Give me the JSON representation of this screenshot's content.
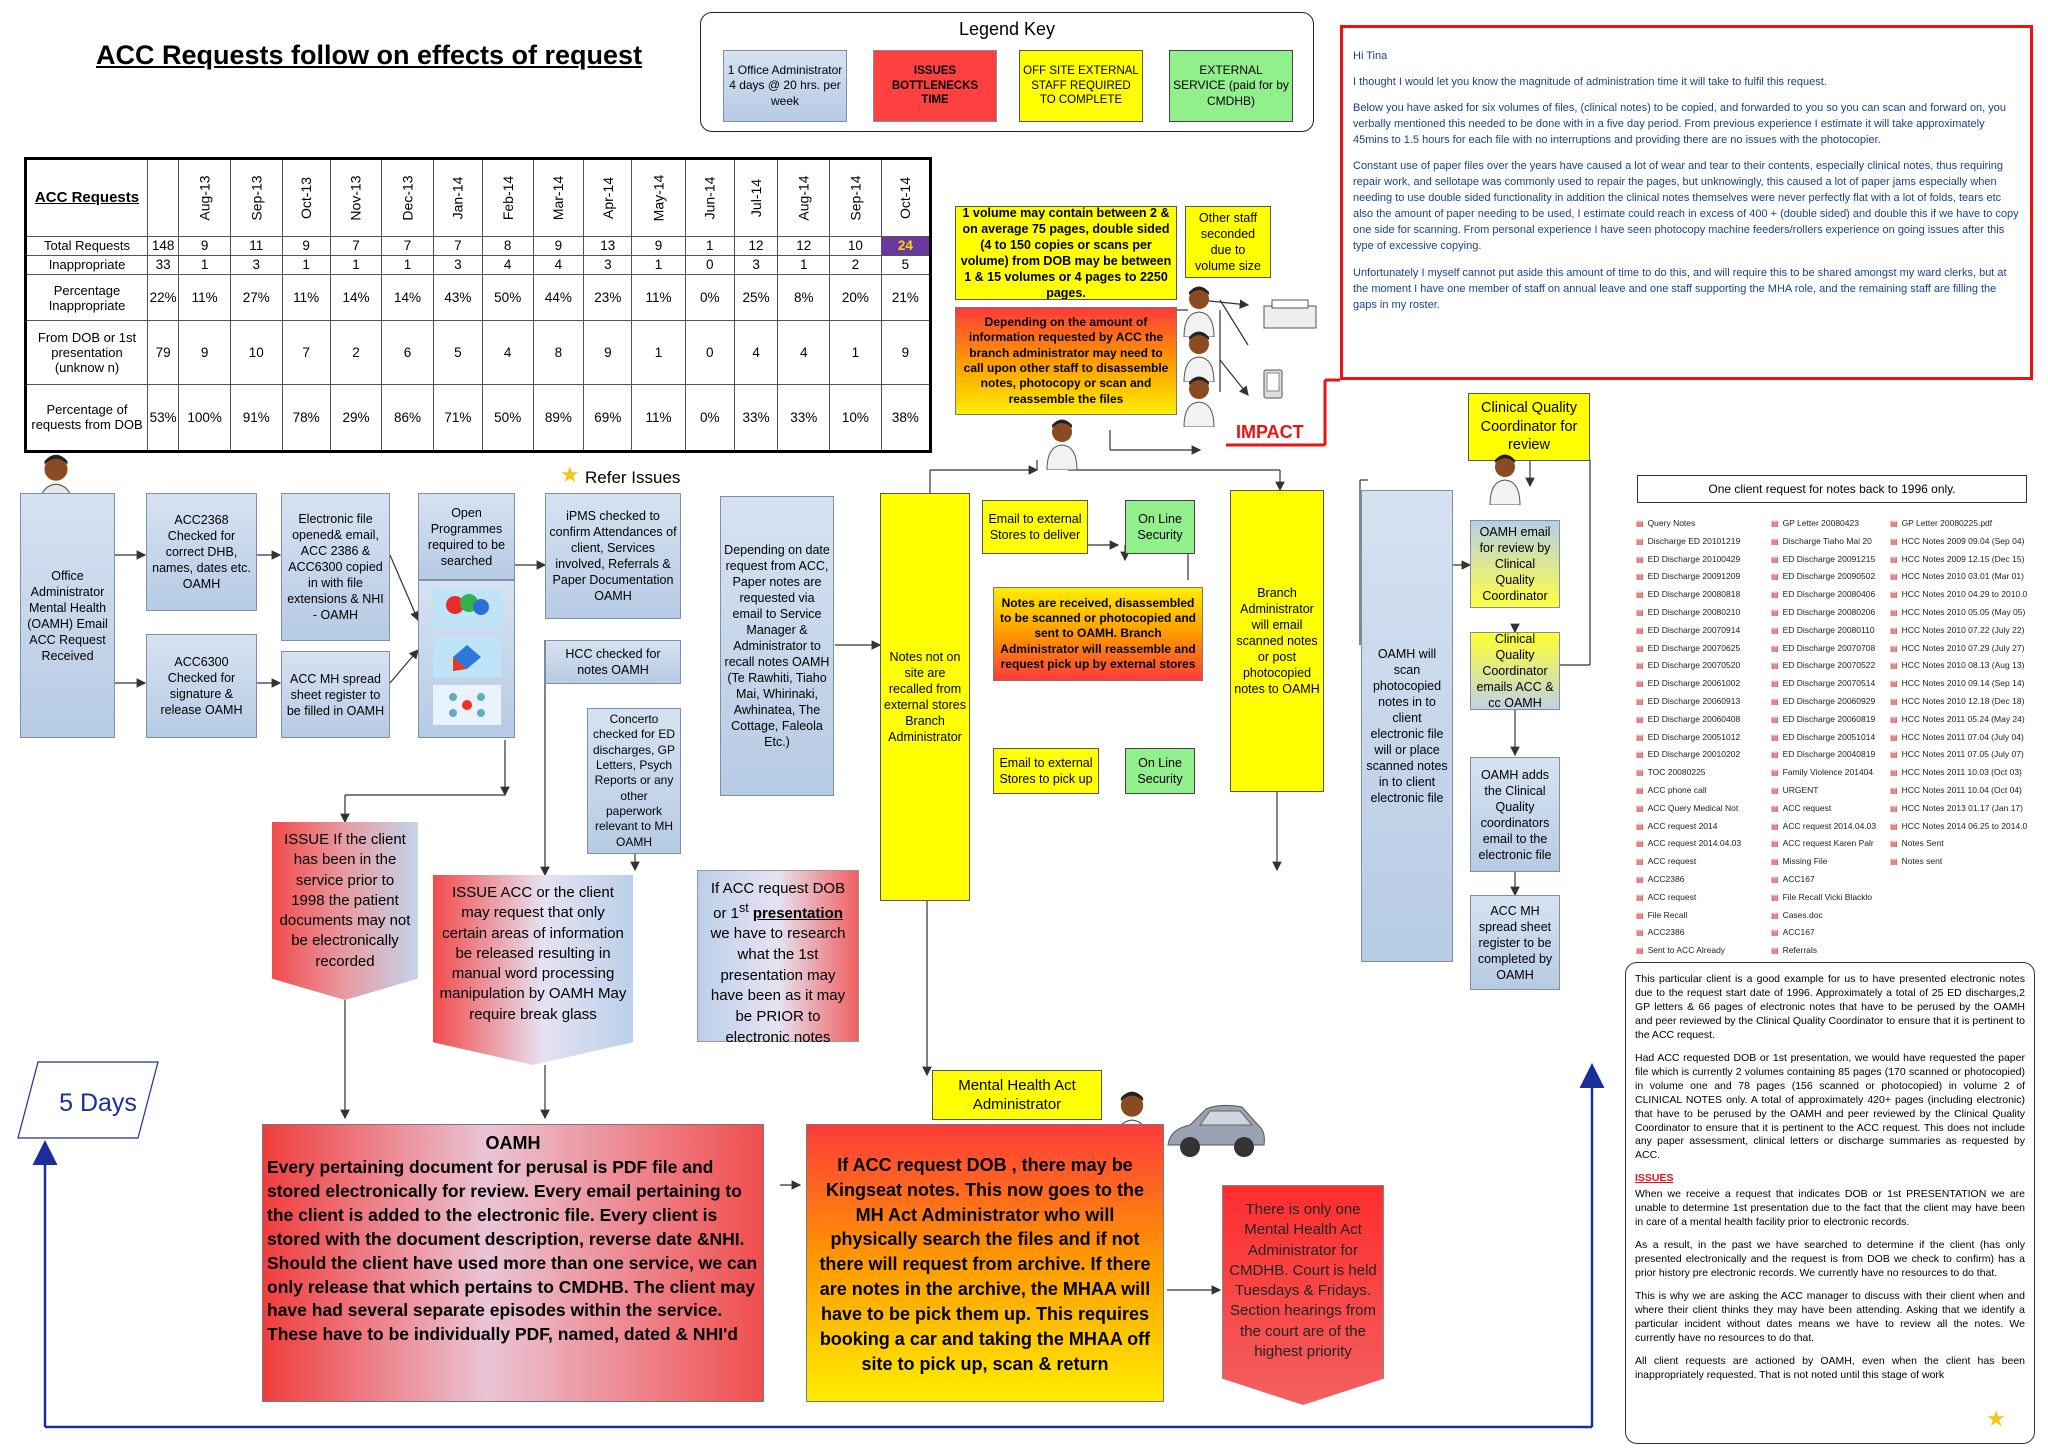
{
  "title": "ACC Requests follow on effects of request",
  "legend": {
    "title": "Legend Key",
    "items": [
      {
        "text": "1 Office Administrator 4 days @ 20 hrs. per week",
        "color": "#bcd0ea"
      },
      {
        "text": "ISSUES BOTTLENECKS TIME",
        "color": "#ff4040"
      },
      {
        "text": "OFF SITE EXTERNAL STAFF REQUIRED TO COMPLETE",
        "color": "#ffff00"
      },
      {
        "text": "EXTERNAL SERVICE (paid for by CMDHB)",
        "color": "#92f08c"
      }
    ]
  },
  "table": {
    "header": "ACC Requests",
    "months": [
      "Aug-13",
      "Sep-13",
      "Oct-13",
      "Nov-13",
      "Dec-13",
      "Jan-14",
      "Feb-14",
      "Mar-14",
      "Apr-14",
      "May-14",
      "Jun-14",
      "Jul-14",
      "Aug-14",
      "Sep-14",
      "Oct-14"
    ],
    "rows": [
      {
        "label": "Total Requests",
        "total": "148",
        "values": [
          "9",
          "11",
          "9",
          "7",
          "7",
          "7",
          "8",
          "9",
          "13",
          "9",
          "1",
          "12",
          "12",
          "10",
          "24"
        ]
      },
      {
        "label": "Inappropriate",
        "total": "33",
        "values": [
          "1",
          "3",
          "1",
          "1",
          "1",
          "3",
          "4",
          "4",
          "3",
          "1",
          "0",
          "3",
          "1",
          "2",
          "5"
        ]
      },
      {
        "label": "Percentage Inappropriate",
        "total": "22%",
        "values": [
          "11%",
          "27%",
          "11%",
          "14%",
          "14%",
          "43%",
          "50%",
          "44%",
          "23%",
          "11%",
          "0%",
          "25%",
          "8%",
          "20%",
          "21%"
        ]
      },
      {
        "label": "From DOB or 1st presentation (unknow n)",
        "total": "79",
        "values": [
          "9",
          "10",
          "7",
          "2",
          "6",
          "5",
          "4",
          "8",
          "9",
          "1",
          "0",
          "4",
          "4",
          "1",
          "9"
        ]
      },
      {
        "label": "Percentage of requests from DOB",
        "total": "53%",
        "values": [
          "100%",
          "91%",
          "78%",
          "29%",
          "86%",
          "71%",
          "50%",
          "89%",
          "69%",
          "11%",
          "0%",
          "33%",
          "33%",
          "10%",
          "38%"
        ]
      }
    ]
  },
  "email": {
    "greeting": "Hi Tina",
    "paras": [
      "I thought I would let you know the magnitude of administration time it will take to fulfil this request.",
      "Below you have asked for six volumes of files, (clinical notes) to be copied, and forwarded to you so you can scan and forward on, you verbally mentioned this needed to be done with in a five day period. From previous experience I estimate it will take approximately 45mins to 1.5 hours for each file with no interruptions and providing there are no issues with the photocopier.",
      "Constant use of paper files over the years have caused a lot of wear and tear to their contents, especially clinical notes, thus requiring repair work, and sellotape was commonly used to repair the pages, but unknowingly, this caused a lot of paper jams especially when needing to use double sided functionality in addition the clinical notes themselves were never perfectly flat with a lot of folds, tears etc also the amount of paper needing to be used, I estimate could reach in excess of 400 + (double sided) and double this if we have to copy one side for scanning. From personal experience I have seen photocopy machine feeders/rollers experience on going issues after this type of excessive copying.",
      "Unfortunately I myself cannot put aside this amount of time to do this, and will require this to be shared amongst my ward clerks, but at the moment I have one member of staff on annual leave and one staff supporting the MHA role, and the remaining staff are filling the gaps in my roster."
    ]
  },
  "impact": "IMPACT",
  "volume_note": "1 volume may contain between 2 & on average 75 pages, double sided (4 to 150 copies or scans per volume) from DOB may be between 1 & 15 volumes or 4 pages to 2250 pages.",
  "other_staff": "Other staff seconded due to volume size",
  "depending_note": "Depending on the amount of information requested by ACC the branch administrator may need to call upon other staff to disassemble notes, photocopy or scan and reassemble the files",
  "refer_issues": "Refer Issues",
  "office_admin": "Office Administrator Mental Health (OAMH) Email ACC Request Received",
  "acc2368": "ACC2368 Checked for correct DHB, names, dates etc. OAMH",
  "acc6300": "ACC6300 Checked for signature & release OAMH",
  "efile": "Electronic file opened& email, ACC 2386 & ACC6300 copied in with file extensions & NHI - OAMH",
  "spreadsheet": "ACC MH spread sheet register to be filled in OAMH",
  "open_progs": "Open Programmes required to be searched",
  "ipms": "iPMS checked to confirm Attendances of client, Services involved, Referrals & Paper Documentation OAMH",
  "hcc": "HCC checked for notes OAMH",
  "concerto": "Concerto checked for ED discharges, GP Letters, Psych Reports or any other paperwork relevant to MH OAMH",
  "depending_date": "Depending on date request from ACC, Paper notes are requested via email to Service Manager & Administrator to recall notes OAMH (Te Rawhiti, Tiaho Mai, Whirinaki, Awhinatea, The Cottage, Faleola Etc.)",
  "notes_not_onsite": "Notes not on site are recalled from external stores Branch Administrator",
  "email_deliver": "Email to external Stores to deliver",
  "security1": "On Line Security",
  "notes_received": "Notes are received, disassembled to be scanned or photocopied and sent to OAMH. Branch Administrator will reassemble and request pick up by external stores",
  "email_pickup": "Email to external Stores to pick up",
  "security2": "On Line Security",
  "branch_admin": "Branch Administrator will email scanned notes or post photocopied notes to OAMH",
  "oamh_scan": "OAMH will scan photocopied notes in to client electronic file will or place scanned notes in to client electronic file",
  "cqc": "Clinical Quality Coordinator for review",
  "oamh_email_review": "OAMH email for review by Clinical Quality Coordinator",
  "cqc_emails": "Clinical Quality Coordinator emails ACC & cc OAMH",
  "oamh_adds": "OAMH adds the Clinical Quality coordinators email to the electronic file",
  "acc_mh_completed": "ACC MH spread sheet register to be completed by OAMH",
  "issue1": "ISSUE If the client has been in the service prior to 1998 the patient documents may not be electronically recorded",
  "issue2": "ISSUE ACC or the client may request that only certain areas of information be released resulting in manual word processing manipulation by OAMH May require break glass",
  "dob_note_a": "If ACC request DOB or 1",
  "dob_sup": "st",
  "dob_note_b": "presentation",
  "dob_note_c": " we have to research what the 1st presentation may have been as it may be PRIOR to electronic notes",
  "five_days": "5 Days",
  "oamh_box": {
    "title": "OAMH",
    "text": "Every pertaining document for perusal is PDF file and stored electronically for review. Every email pertaining to the client is added to the electronic file. Every client is stored with the document description, reverse date &NHI. Should the client have used more than one service, we can only release that which pertains to CMDHB. The client may have had several separate episodes within the service. These have to be individually PDF, named, dated & NHI'd"
  },
  "mha_admin": "Mental Health Act Administrator",
  "mha_box": "If ACC request DOB , there may be Kingseat notes. This now goes to the MH Act Administrator who will physically search the files and if not there will request from archive. If there are notes in the archive, the MHAA will have to be pick them up. This requires booking a car and taking the MHAA off site to pick up, scan & return",
  "only_one": "There is only one Mental Health Act Administrator for CMDHB. Court is held Tuesdays & Fridays. Section hearings from the court are of the highest priority",
  "client_header": "One client request for notes back to 1996 only.",
  "files": {
    "col1": [
      "Query Notes",
      "Discharge ED 20101219",
      "ED Discharge 20100429",
      "ED Discharge 20091209",
      "ED Discharge 20080818",
      "ED Discharge 20080210",
      "ED Discharge 20070914",
      "ED Discharge 20070625",
      "ED Discharge 20070520",
      "ED Discharge 20061002",
      "ED Discharge 20060913",
      "ED Discharge 20060408",
      "ED Discharge 20051012",
      "ED Discharge 20010202",
      "TOC 20080225",
      "ACC phone call",
      "ACC Query Medical Not",
      "ACC request 2014",
      "ACC request 2014.04.03",
      "ACC request",
      "ACC2386",
      "ACC request",
      "File Recall",
      "ACC2386",
      "Sent to ACC Already"
    ],
    "col2": [
      "GP Letter 20080423",
      "Discharge Tiaho Mai 20",
      "ED Discharge 20091215",
      "ED Discharge 20090502",
      "ED Discharge 20080406",
      "ED Discharge 20080206",
      "ED Discharge 20080110",
      "ED Discharge 20070708",
      "ED Discharge 20070522",
      "ED Discharge 20070514",
      "ED Discharge 20060929",
      "ED Discharge 20060819",
      "ED Discharge 20051014",
      "ED Discharge 20040819",
      "Family Violence 201404",
      "URGENT",
      "ACC request",
      "ACC request 2014.04.03",
      "ACC request Karen Palr",
      "Missing File",
      "ACC167",
      "File Recall Vicki Blacklo",
      "Cases.doc",
      "ACC167",
      "Referrals"
    ],
    "col3": [
      "GP Letter 20080225.pdf",
      "HCC Notes 2009 09.04 (Sep 04)",
      "HCC Notes 2009 12.15 (Dec 15)",
      "HCC Notes 2010 03.01 (Mar 01)",
      "HCC Notes 2010 04.29 to 2010.0",
      "HCC Notes 2010 05.05 (May 05)",
      "HCC Notes 2010 07.22 (July 22)",
      "HCC Notes 2010 07.29 (July 27)",
      "HCC Notes 2010 08.13 (Aug 13)",
      "HCC Notes 2010 09.14 (Sep 14)",
      "HCC Notes 2010 12.18 (Dec 18)",
      "HCC Notes 2011 05.24 (May 24)",
      "HCC Notes 2011 07.04 (July 04)",
      "HCC Notes 2011 07.05 (July 07)",
      "HCC Notes 2011 10.03 (Oct 03)",
      "HCC Notes 2011 10.04 (Oct 04)",
      "HCC Notes 2013 01.17 (Jan 17)",
      "HCC Notes 2014 06.25 to 2014.0",
      "Notes Sent",
      "Notes sent"
    ]
  },
  "client_paras": [
    "This particular client is a good example for us to have presented electronic notes due to the request start date of 1996. Approximately a total of 25 ED discharges,2 GP letters & 66 pages of electronic notes that have to be perused by the OAMH and peer reviewed by the Clinical Quality Coordinator to ensure that it is pertinent to the ACC request.",
    "Had ACC requested DOB or 1st presentation, we would have requested the paper file which is currently 2 volumes containing 85 pages (170 scanned or photocopied) in volume one and 78 pages (156 scanned or photocopied) in volume 2 of CLINICAL NOTES only. A total of approximately 420+ pages (including electronic) that have to be perused by the OAMH and peer reviewed by the Clinical Quality Coordinator to ensure that it is pertinent to the ACC request. This does not include any paper assessment, clinical letters or discharge summaries as requested by ACC."
  ],
  "issues_title": "ISSUES",
  "issues_paras": [
    "When we receive a request that indicates DOB or 1st PRESENTATION we are unable to determine 1st presentation due to the fact that the client may have been in care of a mental health facility prior to electronic records.",
    "As a result, in the past we have searched to determine if the client (has only presented electronically and the request is from DOB we check to confirm) has a prior history pre electronic records. We currently have no resources to do that.",
    "This is why we are asking the ACC manager to discuss with their client when and where their client thinks they may have been attending. Asking that we identify a particular incident without dates means we have to review all the notes. We currently have no resources to do that.",
    "All client requests are actioned by OAMH, even when the client has been inappropriately requested. That is not noted until this stage of work"
  ]
}
